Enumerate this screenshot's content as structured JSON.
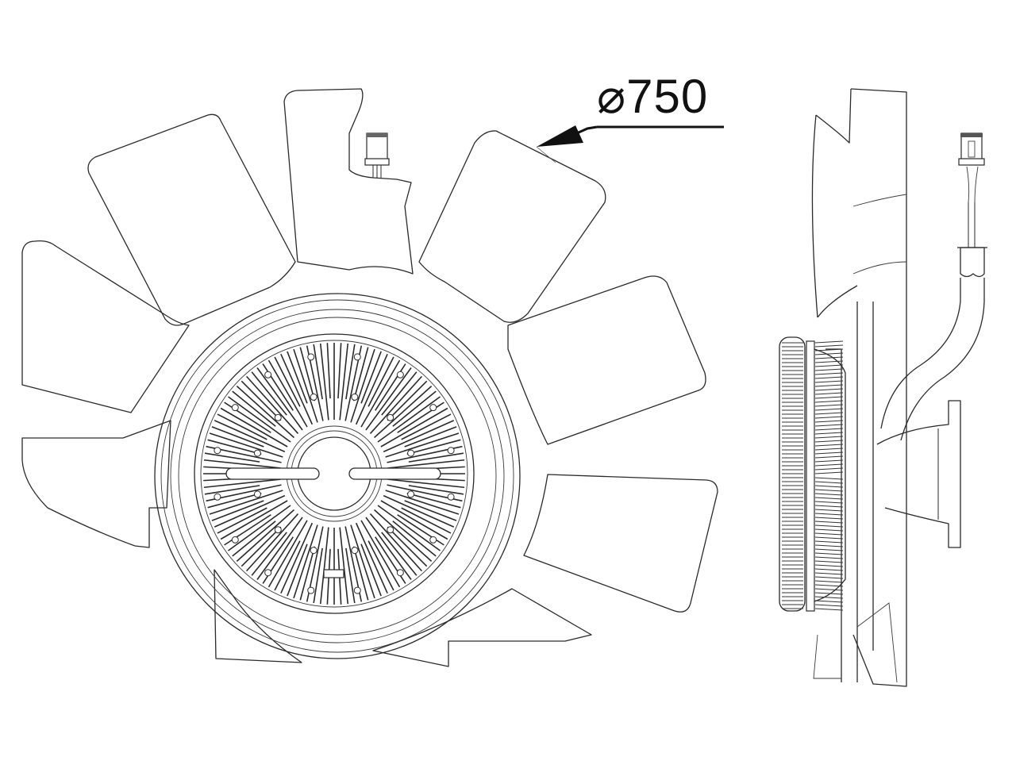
{
  "drawing": {
    "title": "Fan with viscous clutch - front and side views",
    "dimension": {
      "symbol": "⌀",
      "value": "750",
      "label": "⌀750"
    },
    "views": [
      {
        "name": "front-view"
      },
      {
        "name": "side-view"
      }
    ],
    "colors": {
      "line": "#2a2a2a",
      "background": "#ffffff"
    },
    "blade_count": 9
  }
}
